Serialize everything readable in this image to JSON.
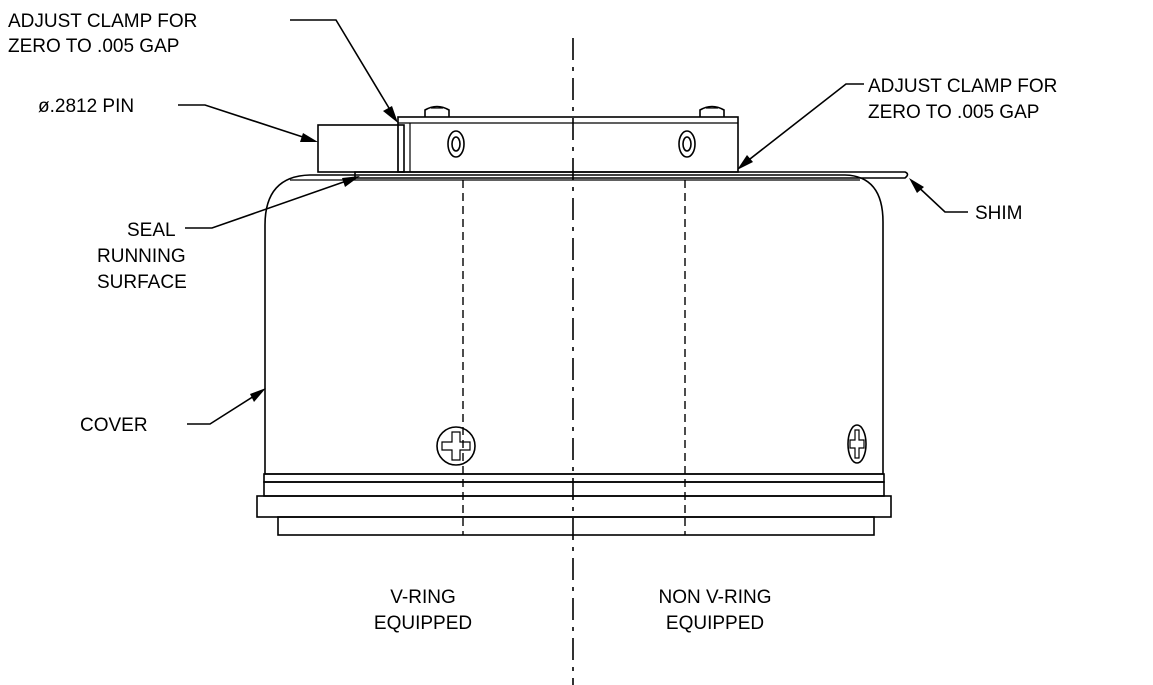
{
  "labels": {
    "clamp_left_1": "ADJUST CLAMP FOR",
    "clamp_left_2": "ZERO TO .005 GAP",
    "pin": "ø.2812 PIN",
    "clamp_right_1": "ADJUST CLAMP FOR",
    "clamp_right_2": "ZERO TO .005 GAP",
    "shim": "SHIM",
    "seal_1": "SEAL",
    "seal_2": "RUNNING",
    "seal_3": "SURFACE",
    "cover": "COVER",
    "vring_1": "V-RING",
    "vring_2": "EQUIPPED",
    "nonvring_1": "NON V-RING",
    "nonvring_2": "EQUIPPED"
  }
}
